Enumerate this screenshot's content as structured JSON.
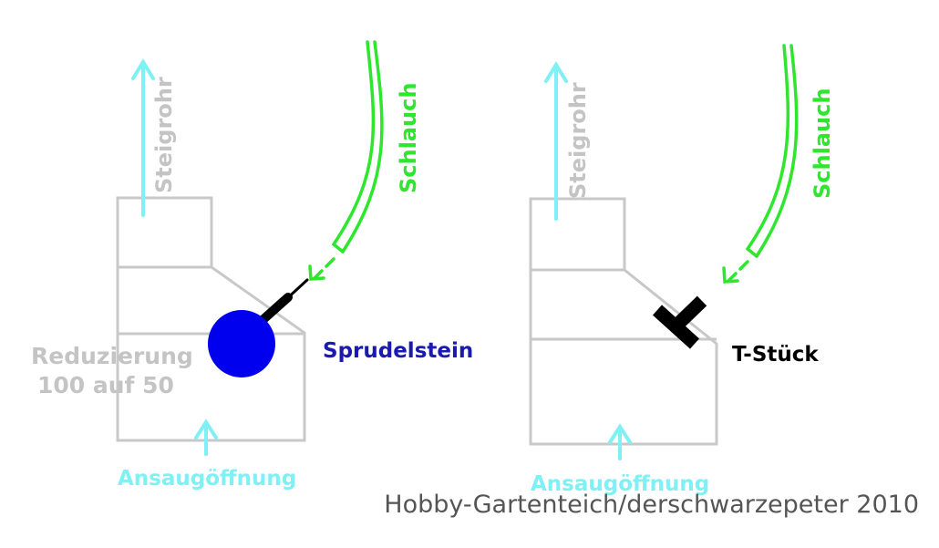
{
  "left_diagram": {
    "riser_label": "Steigrohr",
    "hose_label": "Schlauch",
    "reducer_label_line1": "Reduzierung",
    "reducer_label_line2": "100 auf 50",
    "stone_label": "Sprudelstein",
    "intake_label": "Ansaugöffnung"
  },
  "right_diagram": {
    "riser_label": "Steigrohr",
    "hose_label": "Schlauch",
    "fitting_label": "T-Stück",
    "intake_label": "Ansaugöffnung"
  },
  "credit": "Hobby-Gartenteich/derschwarzepeter 2010",
  "colors": {
    "pipe_outline": "#c8c8c8",
    "reducer_text": "#c4c4c4",
    "arrow_cyan": "#7ff0f4",
    "hose_green": "#2ee62e",
    "stone_blue": "#0000ee",
    "stone_label_blue": "#1a1ab0",
    "fitting_black": "#000000",
    "credit_gray": "#555555"
  }
}
